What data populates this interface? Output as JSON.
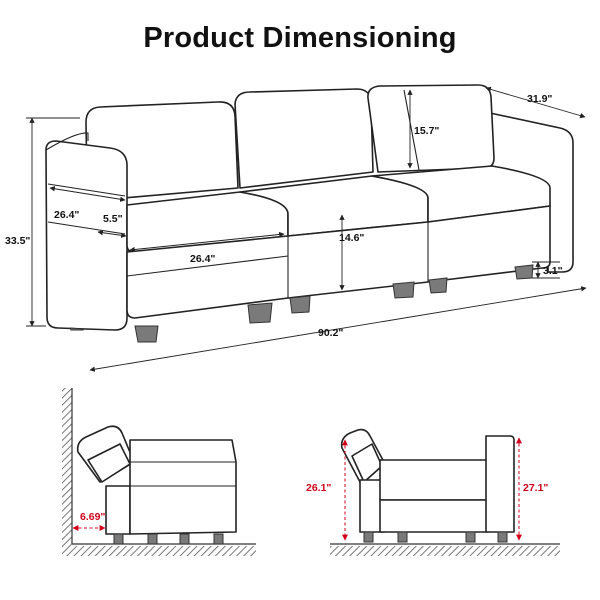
{
  "title": "Product Dimensioning",
  "main_view": {
    "overall_width": "90.2\"",
    "overall_height": "33.5\"",
    "depth": "31.9\"",
    "back_height": "15.7\"",
    "seat_height": "14.6\"",
    "leg_height": "3.1\"",
    "seat_depth": "26.4\"",
    "arm_height": "26.4\"",
    "arm_width": "5.5\""
  },
  "side_view_left": {
    "wall_clearance": "6.69\""
  },
  "side_view_right": {
    "reclined_height": "26.1\"",
    "arm_height": "27.1\""
  },
  "colors": {
    "outline": "#222222",
    "accent_red": "#d0021b",
    "leg_gray": "#7a7a7a"
  }
}
